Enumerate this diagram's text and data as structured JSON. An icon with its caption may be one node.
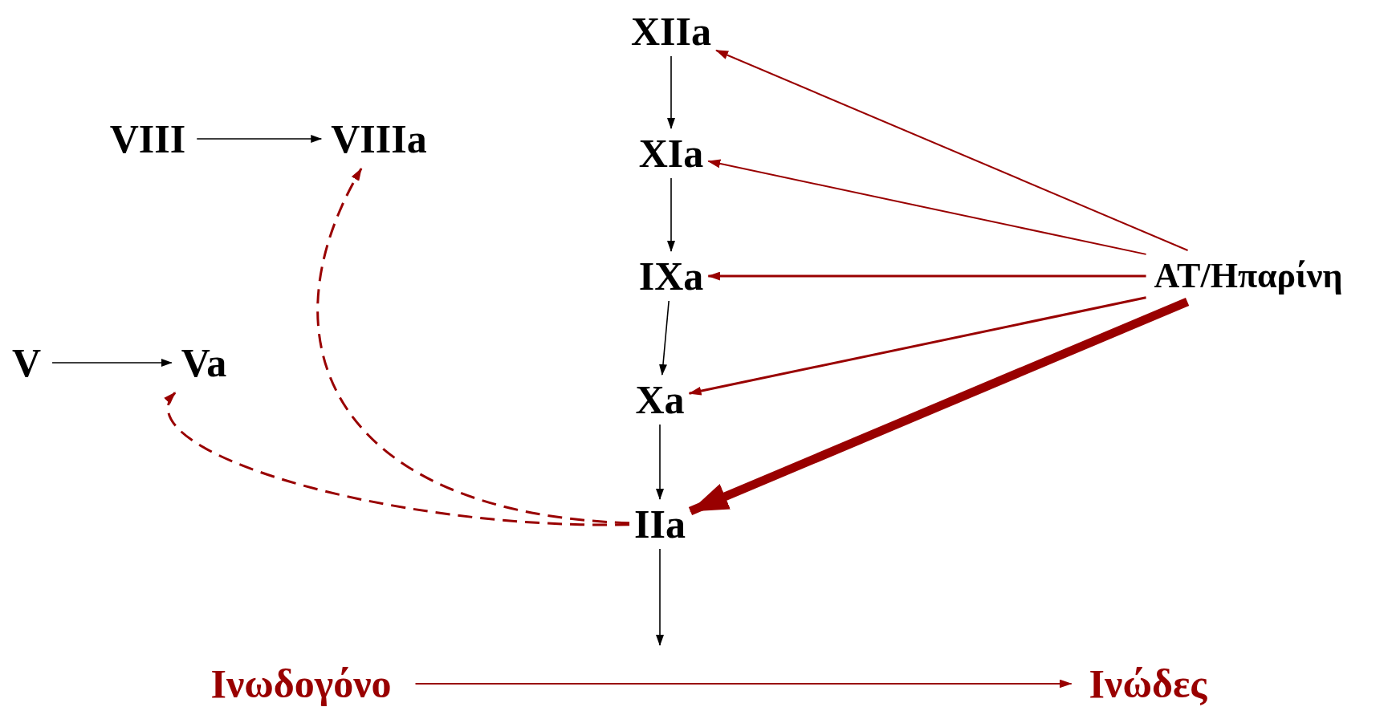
{
  "diagram": {
    "nodes": [
      {
        "text": [
          "XIIa"
        ]
      },
      {
        "text": [
          "XIa"
        ]
      },
      {
        "text": [
          "IXa"
        ]
      },
      {
        "text": [
          "Xa"
        ]
      },
      {
        "text": [
          "IIa"
        ]
      },
      {
        "text": [
          "AT/Ηπαρίνη"
        ]
      },
      {
        "text": [
          "VIII"
        ]
      },
      {
        "text": [
          "VIIIa"
        ]
      },
      {
        "text": [
          "V"
        ]
      },
      {
        "text": [
          "Va"
        ]
      },
      {
        "text": [
          "Ινωδογόνο"
        ]
      },
      {
        "text": [
          "Ινώδες"
        ]
      }
    ],
    "edges": [
      {
        "from": 0,
        "to": 1,
        "arrow": "to",
        "color": "#000000"
      },
      {
        "from": 1,
        "to": 2,
        "arrow": "to",
        "color": "#000000"
      },
      {
        "from": 2,
        "to": 3,
        "arrow": "to",
        "color": "#000000"
      },
      {
        "from": 3,
        "to": 4,
        "arrow": "to",
        "color": "#000000"
      },
      {
        "from": 4,
        "to": null,
        "arrow": "to",
        "color": "#000000"
      },
      {
        "from": 6,
        "to": 7,
        "arrow": "to",
        "color": "#000000"
      },
      {
        "from": 8,
        "to": 9,
        "arrow": "to",
        "color": "#000000"
      },
      {
        "from": 10,
        "to": 11,
        "arrow": "to"
      },
      {
        "from": 5,
        "to": 0,
        "arrow": "to"
      },
      {
        "from": 5,
        "to": 1,
        "arrow": "to"
      },
      {
        "from": 5,
        "to": 2,
        "arrow": "to"
      },
      {
        "from": 5,
        "to": 3,
        "arrow": "to"
      },
      {
        "from": 5,
        "to": 4,
        "arrow": "to",
        "style": "thick"
      },
      {
        "from": 4,
        "to": 7,
        "arrow": "to",
        "style": "dashed"
      },
      {
        "from": 4,
        "to": 9,
        "arrow": "to",
        "style": "dashed"
      }
    ]
  }
}
